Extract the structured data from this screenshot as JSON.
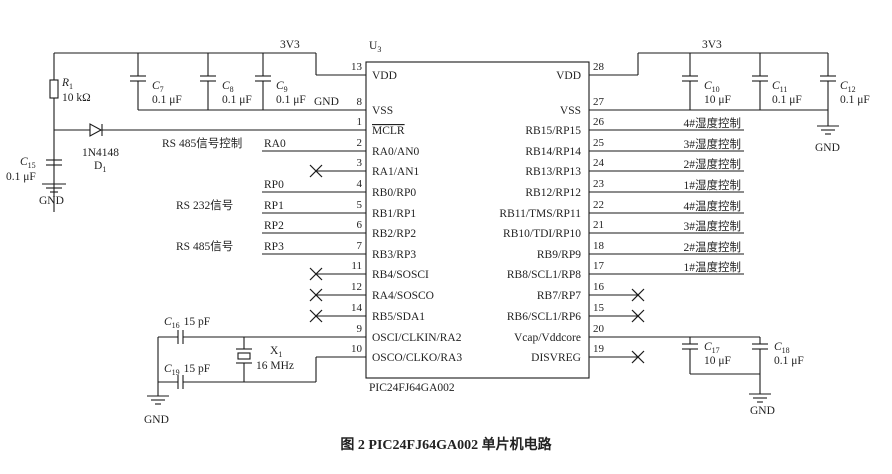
{
  "chip": {
    "ref": "U",
    "ref_sub": "3",
    "part": "PIC24FJ64GA002",
    "left_pins": [
      {
        "num": "13",
        "name": "VDD"
      },
      {
        "num": "8",
        "name": "VSS"
      },
      {
        "num": "1",
        "name": "MCLR"
      },
      {
        "num": "2",
        "name": "RA0/AN0"
      },
      {
        "num": "3",
        "name": "RA1/AN1"
      },
      {
        "num": "4",
        "name": "RB0/RP0"
      },
      {
        "num": "5",
        "name": "RB1/RP1"
      },
      {
        "num": "6",
        "name": "RB2/RP2"
      },
      {
        "num": "7",
        "name": "RB3/RP3"
      },
      {
        "num": "11",
        "name": "RB4/SOSCI"
      },
      {
        "num": "12",
        "name": "RA4/SOSCO"
      },
      {
        "num": "14",
        "name": "RB5/SDA1"
      },
      {
        "num": "9",
        "name": "OSCI/CLKIN/RA2"
      },
      {
        "num": "10",
        "name": "OSCO/CLKO/RA3"
      }
    ],
    "right_pins": [
      {
        "num": "28",
        "name": "VDD"
      },
      {
        "num": "27",
        "name": "VSS"
      },
      {
        "num": "26",
        "name": "RB15/RP15"
      },
      {
        "num": "25",
        "name": "RB14/RP14"
      },
      {
        "num": "24",
        "name": "RB13/RP13"
      },
      {
        "num": "23",
        "name": "RB12/RP12"
      },
      {
        "num": "22",
        "name": "RB11/TMS/RP11"
      },
      {
        "num": "21",
        "name": "RB10/TDI/RP10"
      },
      {
        "num": "18",
        "name": "RB9/RP9"
      },
      {
        "num": "17",
        "name": "RB8/SCL1/RP8"
      },
      {
        "num": "16",
        "name": "RB7/RP7"
      },
      {
        "num": "15",
        "name": "RB6/SCL1/RP6"
      },
      {
        "num": "20",
        "name": "Vcap/Vddcore"
      },
      {
        "num": "19",
        "name": "DISVREG"
      }
    ]
  },
  "power": {
    "vdd_left": "3V3",
    "vdd_right": "3V3",
    "gnd_left_label": "GND",
    "gnd": "GND"
  },
  "left_net_labels": {
    "ra0": "RA0",
    "rp0": "RP0",
    "rp1": "RP1",
    "rp2": "RP2",
    "rp3": "RP3"
  },
  "left_signal_notes": {
    "rs485_ctrl": "RS 485信号控制",
    "rs232": "RS 232信号",
    "rs485": "RS 485信号"
  },
  "right_outputs": [
    "4#湿度控制",
    "3#湿度控制",
    "2#湿度控制",
    "1#湿度控制",
    "4#温度控制",
    "3#温度控制",
    "2#温度控制",
    "1#温度控制"
  ],
  "components": {
    "r1": {
      "ref": "R",
      "sub": "1",
      "value": "10 kΩ"
    },
    "c7": {
      "ref": "C",
      "sub": "7",
      "value": "0.1 μF"
    },
    "c8": {
      "ref": "C",
      "sub": "8",
      "value": "0.1 μF"
    },
    "c9": {
      "ref": "C",
      "sub": "9",
      "value": "0.1 μF"
    },
    "c10": {
      "ref": "C",
      "sub": "10",
      "value": "10 μF"
    },
    "c11": {
      "ref": "C",
      "sub": "11",
      "value": "0.1 μF"
    },
    "c12": {
      "ref": "C",
      "sub": "12",
      "value": "0.1 μF"
    },
    "c15": {
      "ref": "C",
      "sub": "15",
      "value": "0.1 μF"
    },
    "c16": {
      "ref": "C",
      "sub": "16",
      "value": "15 pF"
    },
    "c17": {
      "ref": "C",
      "sub": "17",
      "value": "10 μF"
    },
    "c18": {
      "ref": "C",
      "sub": "18",
      "value": "0.1 μF"
    },
    "c19": {
      "ref": "C",
      "sub": "19",
      "value": "15 pF"
    },
    "d1": {
      "part": "1N4148",
      "ref": "D",
      "sub": "1"
    },
    "x1": {
      "ref": "X",
      "sub": "1",
      "value": "16 MHz"
    }
  },
  "caption": "图 2   PIC24FJ64GA002 单片机电路"
}
